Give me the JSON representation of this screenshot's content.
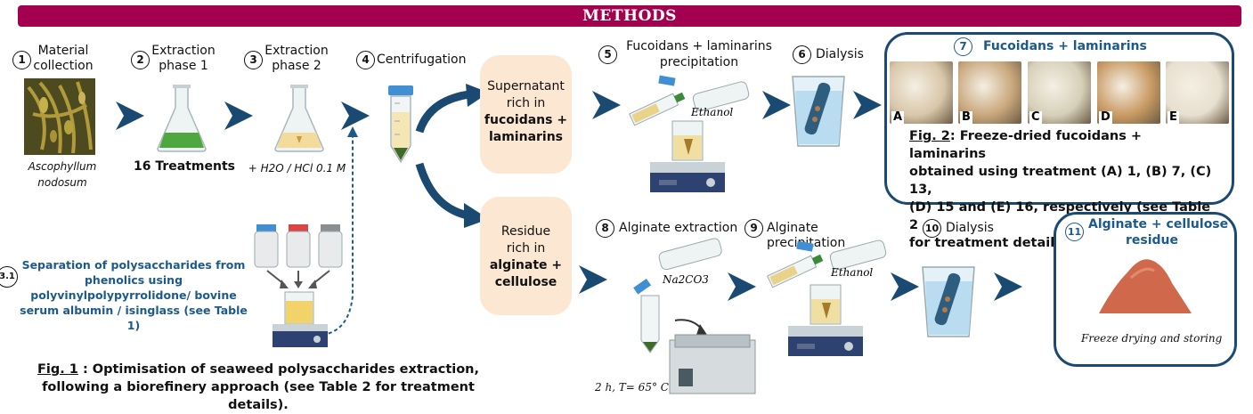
{
  "banner": "METHODS",
  "steps": {
    "s1": {
      "num": "1",
      "label1": "Material",
      "label2": "collection",
      "species1": "Ascophyllum",
      "species2": "nodosum"
    },
    "s2": {
      "num": "2",
      "label1": "Extraction",
      "label2": "phase 1",
      "sub": "16 Treatments"
    },
    "s3": {
      "num": "3",
      "label1": "Extraction",
      "label2": "phase 2",
      "sub": "+ H2O / HCl 0.1 M"
    },
    "s4": {
      "num": "4",
      "label": "Centrifugation"
    },
    "s5": {
      "num": "5",
      "label1": "Fucoidans + laminarins",
      "label2": "precipitation",
      "reagent": "Ethanol"
    },
    "s6": {
      "num": "6",
      "label": "Dialysis"
    },
    "s7": {
      "num": "7",
      "title": "Fucoidans + laminarins"
    },
    "s8": {
      "num": "8",
      "label": "Alginate extraction",
      "reagent": "Na2CO3",
      "cond": "2 h, T= 65° C"
    },
    "s9": {
      "num": "9",
      "label": "Alginate precipitation",
      "reagent": "Ethanol"
    },
    "s10": {
      "num": "10",
      "label": "Dialysis"
    },
    "s11": {
      "num": "11",
      "title1": "Alginate + cellulose",
      "title2": "residue",
      "sub": "Freeze drying and storing"
    },
    "s31": {
      "num": "3.1",
      "line1": "Separation of polysaccharides from",
      "line2": "phenolics using",
      "line3": "polyvinylpolypyrrolidone/ bovine",
      "line4": "serum albumin / isinglass (see Table 1)"
    }
  },
  "supernatant": {
    "l1": "Supernatant",
    "l2": "rich in",
    "l3": "fucoidans +",
    "l4": "laminarins"
  },
  "residue": {
    "l1": "Residue",
    "l2": "rich in",
    "l3": "alginate +",
    "l4": "cellulose"
  },
  "photos": [
    {
      "letter": "A",
      "color": "#d8c6a8"
    },
    {
      "letter": "B",
      "color": "#c9a77c"
    },
    {
      "letter": "C",
      "color": "#d6d0b9"
    },
    {
      "letter": "D",
      "color": "#c99a63"
    },
    {
      "letter": "E",
      "color": "#e7dfcf"
    }
  ],
  "fig2": {
    "label": "Fig. 2",
    "line1": ": Freeze-dried fucoidans + laminarins",
    "line2": "obtained using treatment (A) 1, (B) 7, (C) 13,",
    "line3": "(D) 15 and (E) 16, respectively (see Table 2",
    "line4": "for treatment details)."
  },
  "fig1": {
    "label": "Fig. 1",
    "line1": " : Optimisation of seaweed polysaccharides extraction,",
    "line2": "following a biorefinery approach (see Table 2 for treatment details)."
  },
  "colors": {
    "banner": "#a3004f",
    "arrow": "#1a4a72",
    "box": "#fce7d2",
    "title": "#1c5a8c"
  }
}
